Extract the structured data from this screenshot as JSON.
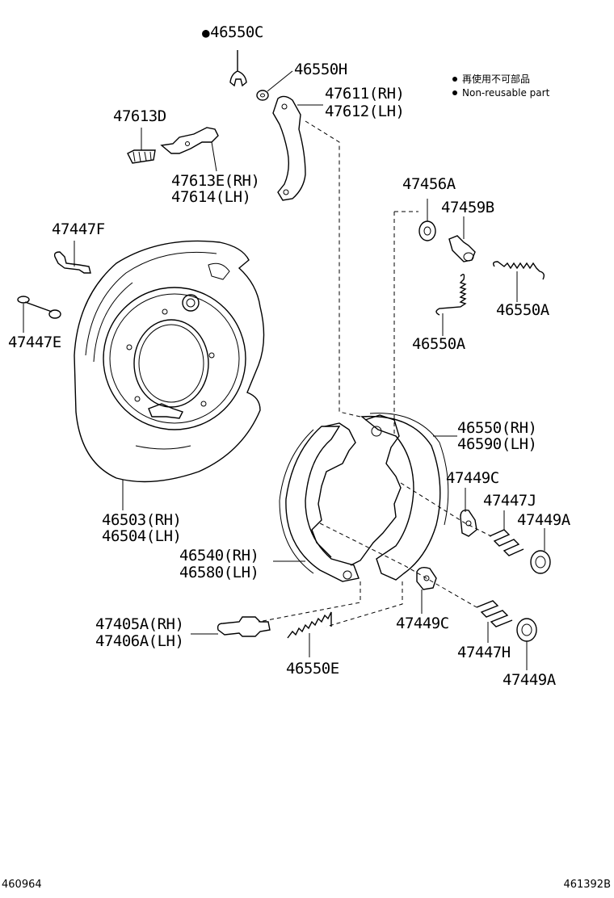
{
  "legend": {
    "jp": "再使用不可部品",
    "en": "Non-reusable part"
  },
  "labels": {
    "p46550C": "46550C",
    "p46550H": "46550H",
    "p47611": "47611(RH)",
    "p47612": "47612(LH)",
    "p47613D": "47613D",
    "p47613E": "47613E(RH)",
    "p47614": "47614(LH)",
    "p47447F": "47447F",
    "p47447E": "47447E",
    "p47456A": "47456A",
    "p47459B": "47459B",
    "p46550A_1": "46550A",
    "p46550A_2": "46550A",
    "p46550": "46550(RH)",
    "p46590": "46590(LH)",
    "p47449C_1": "47449C",
    "p47447J": "47447J",
    "p47449A_1": "47449A",
    "p46503": "46503(RH)",
    "p46504": "46504(LH)",
    "p46540": "46540(RH)",
    "p46580": "46580(LH)",
    "p47405A": "47405A(RH)",
    "p47406A": "47406A(LH)",
    "p47449C_2": "47449C",
    "p46550E": "46550E",
    "p47447H": "47447H",
    "p47449A_2": "47449A"
  },
  "footer": {
    "left": "460964",
    "right": "461392B"
  },
  "icons": {
    "bullet": "non-reusable-bullet-icon"
  }
}
